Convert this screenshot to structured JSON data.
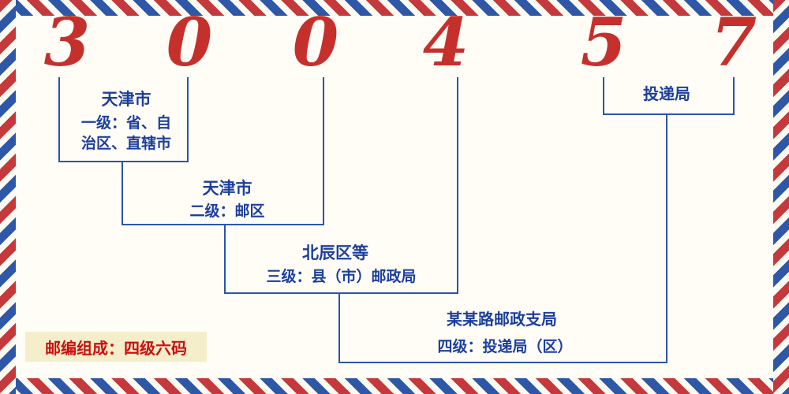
{
  "postal_code": {
    "digits": [
      "3",
      "0",
      "0",
      "4",
      "5",
      "7"
    ]
  },
  "levels": [
    {
      "name": "天津市",
      "desc": "一级：省、自治区、直辖市"
    },
    {
      "name": "天津市",
      "desc": "二级：邮区"
    },
    {
      "name": "北辰区等",
      "desc": "三级：县（市）邮政局"
    },
    {
      "name": "某某路邮政支局",
      "desc": "四级：投递局（区）"
    }
  ],
  "delivery_label": "投递局",
  "footer_note": "邮编组成：四级六码",
  "colors": {
    "digit_red": "#c5302c",
    "label_blue": "#1c3f9e",
    "line_blue": "#2b55a8",
    "footer_red": "#cc0f0f",
    "footer_bg": "#f4eecb",
    "stripe_red": "#c5383c",
    "stripe_blue": "#2e57a8",
    "background": "#fffdf6"
  }
}
